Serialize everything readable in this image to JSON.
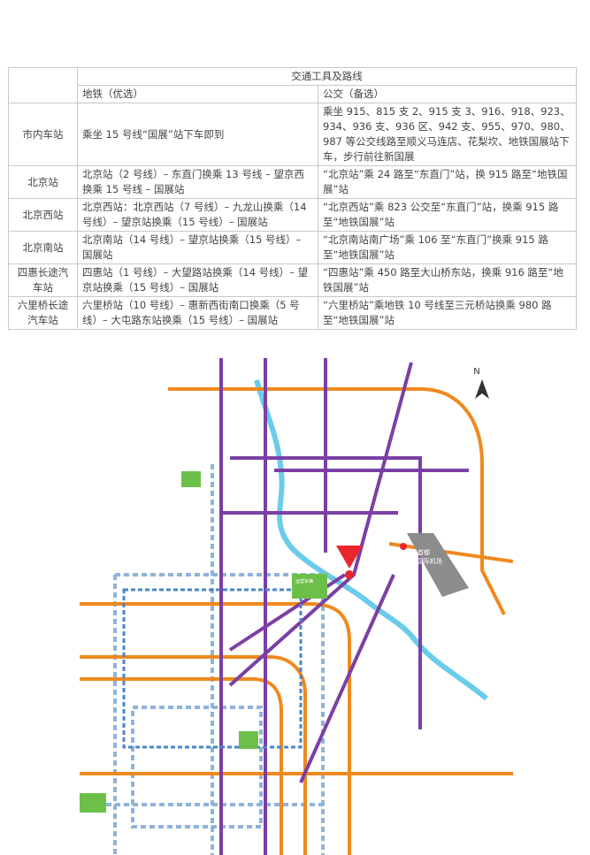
{
  "table": {
    "top_header": "交通工具及路线",
    "subway_header": "地铁（优选）",
    "bus_header": "公交（备选）",
    "rows": [
      {
        "place": "市内车站",
        "subway": "乘坐 15 号线“国展”站下车即到",
        "bus": "乘坐 915、815 支 2、915 支 3、916、918、923、934、936 支、936 区、942 支、955、970、980、987 等公交线路至顺义马连店、花梨坎、地铁国展站下车，步行前往新国展"
      },
      {
        "place": "北京站",
        "subway": "北京站（2 号线）– 东直门换乘 13 号线 – 望京西换乘 15 号线 – 国展站",
        "bus": "“北京站”乘 24 路至“东直门”站，换 915 路至“地铁国展”站"
      },
      {
        "place": "北京西站",
        "subway": "北京西站：北京西站（7 号线）– 九龙山换乘（14 号线）– 望京站换乘（15 号线）– 国展站",
        "bus": "“北京西站”乘 823 公交至“东直门”站，换乘 915 路至“地铁国展”站"
      },
      {
        "place": "北京南站",
        "subway": "北京南站（14 号线）– 望京站换乘（15 号线）– 国展站",
        "bus": "“北京南站南广场”乘 106 至“东直门”换乘 915 路至“地铁国展”站"
      },
      {
        "place": "四惠长途汽车站",
        "subway": "四惠站（1 号线）– 大望路站换乘（14 号线）– 望京站换乘（15 号线）– 国展站",
        "bus": "“四惠站”乘 450 路至大山桥东站，换乘 916 路至“地铁国展”站"
      },
      {
        "place": "六里桥长途汽车站",
        "subway": "六里桥站（10 号线）– 惠新西街南口换乘（5 号线）– 大屯路东站换乘（15 号线）– 国展站",
        "bus": "“六里桥站”乘地铁 10 号线至三元桥站换乘 980 路至“地铁国展”站"
      }
    ]
  },
  "map": {
    "north_label": "N",
    "airport_label_1": "首都",
    "airport_label_2": "国际机场",
    "parking_label": "运营车辆",
    "colors": {
      "subway_purple": "#7b3fa5",
      "road_orange": "#f0891e",
      "river_cyan": "#4fc3e6",
      "ring_blue": "#4a86c8",
      "rail_dash": "#8fb3d9",
      "badge_green": "#6cc04a",
      "venue_red": "#e8262c",
      "airport_gray": "#8c8c8c"
    }
  }
}
